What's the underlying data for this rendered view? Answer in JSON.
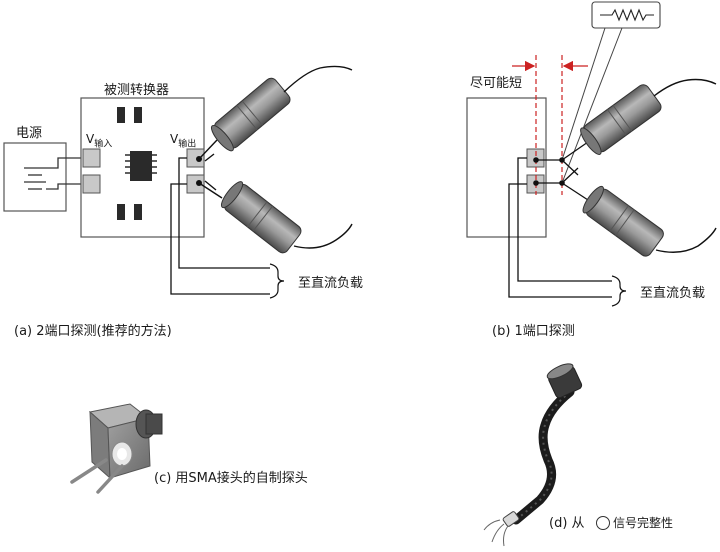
{
  "panel_a": {
    "caption": "(a) 2端口探测(推荐的方法)",
    "power_label": "电源",
    "converter_label": "被测转换器",
    "v_in_main": "V",
    "v_in_sub": "输入",
    "v_out_main": "V",
    "v_out_sub": "输出",
    "load_label": "至直流负载"
  },
  "panel_b": {
    "caption": "(b) 1端口探测",
    "shortest_label": "尽可能短",
    "load_label": "至直流负载"
  },
  "panel_c": {
    "caption": "(c) 用SMA接头的自制探头"
  },
  "panel_d": {
    "caption": "(d) 从",
    "watermark": "信号完整性"
  },
  "colors": {
    "line": "#1a1a1a",
    "board_border": "#555555",
    "pad_fill": "#c8c8c8",
    "probe_body": "#8c8c8c",
    "dash_red": "#cc2222"
  }
}
